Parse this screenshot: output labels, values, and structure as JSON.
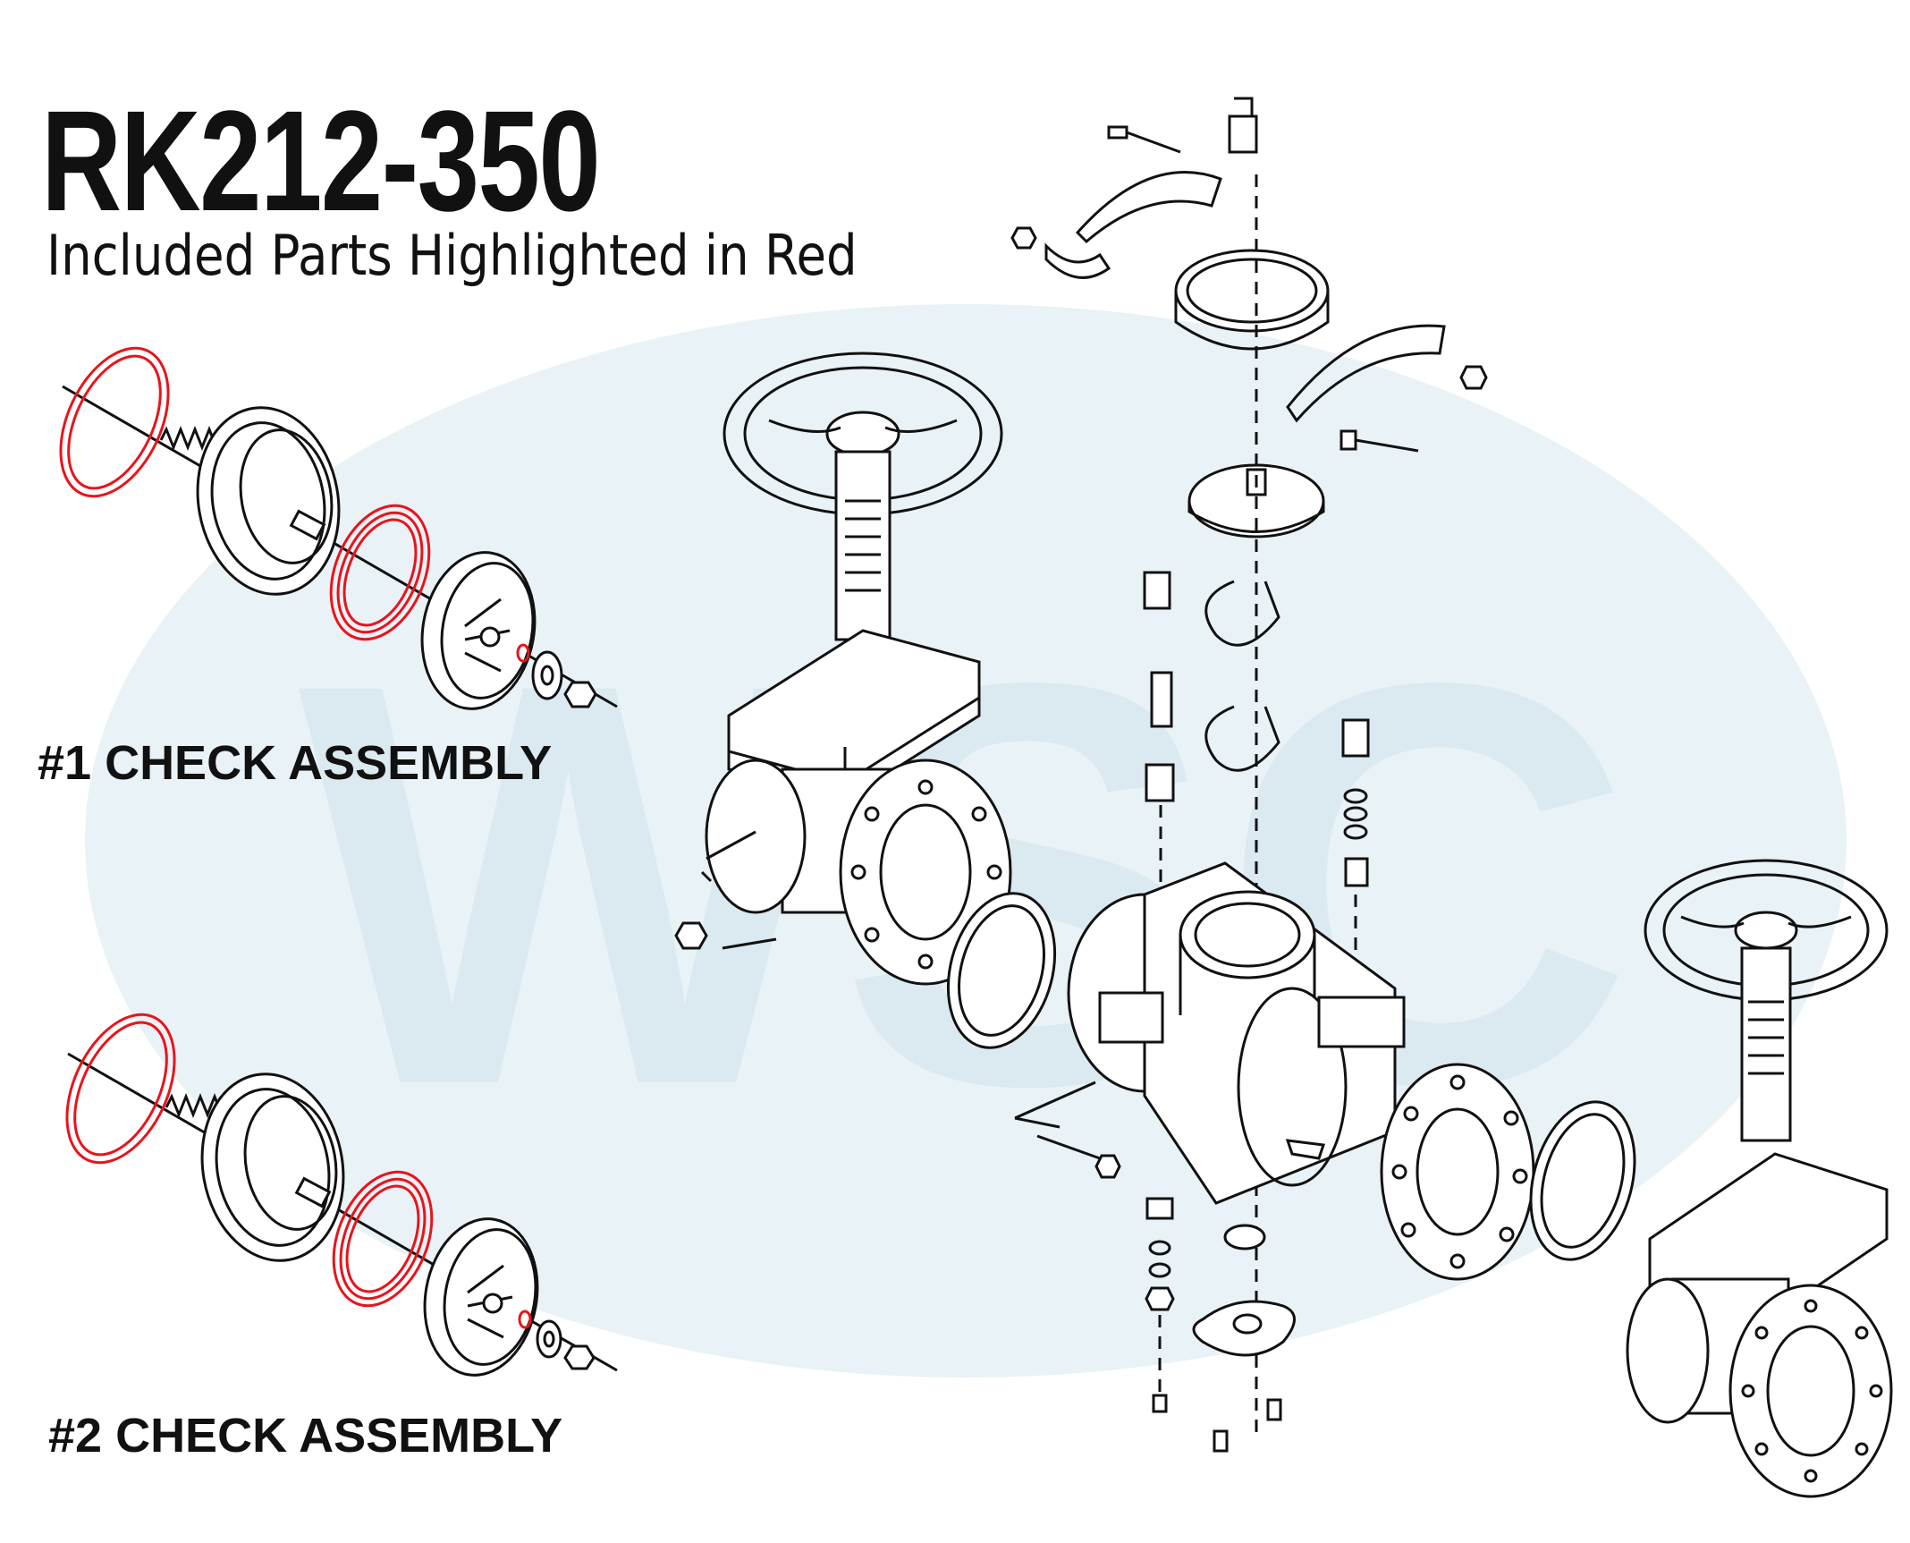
{
  "header": {
    "title": "RK212-350",
    "subtitle": "Included Parts Highlighted in Red"
  },
  "assemblies": [
    {
      "label": "#1 CHECK ASSEMBLY"
    },
    {
      "label": "#2 CHECK ASSEMBLY"
    }
  ],
  "watermark": {
    "text": "WSC",
    "color": "#dbe9f0"
  },
  "colors": {
    "highlight": "#e8141c",
    "line": "#111111",
    "watermark_bg": "#e9f2f6"
  }
}
